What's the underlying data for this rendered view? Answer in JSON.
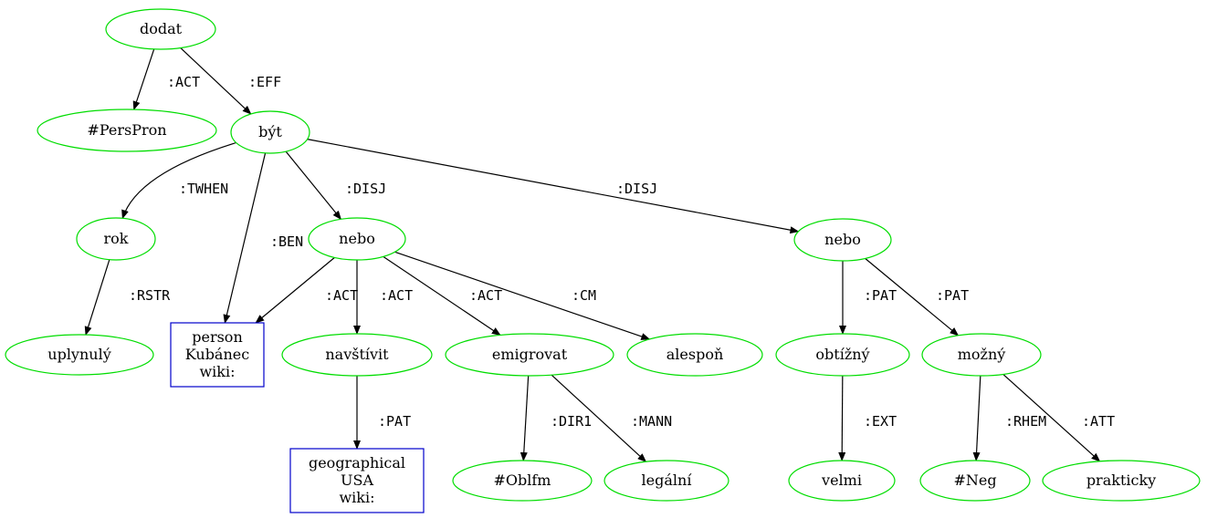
{
  "colors": {
    "concept_node": "#00dd00",
    "entity_node": "#0000cc",
    "edge": "#000000"
  },
  "nodes": [
    {
      "id": "n_dodat",
      "shape": "ellipse",
      "lines": [
        "dodat"
      ]
    },
    {
      "id": "n_perspron",
      "shape": "ellipse",
      "lines": [
        "#PersPron"
      ]
    },
    {
      "id": "n_byt",
      "shape": "ellipse",
      "lines": [
        "být"
      ]
    },
    {
      "id": "n_rok",
      "shape": "ellipse",
      "lines": [
        "rok"
      ]
    },
    {
      "id": "n_nebo1",
      "shape": "ellipse",
      "lines": [
        "nebo"
      ]
    },
    {
      "id": "n_nebo2",
      "shape": "ellipse",
      "lines": [
        "nebo"
      ]
    },
    {
      "id": "n_uplynuly",
      "shape": "ellipse",
      "lines": [
        "uplynulý"
      ]
    },
    {
      "id": "n_person",
      "shape": "box",
      "lines": [
        "person",
        "Kubánec",
        "wiki:"
      ]
    },
    {
      "id": "n_navstivit",
      "shape": "ellipse",
      "lines": [
        "navštívit"
      ]
    },
    {
      "id": "n_emigrovat",
      "shape": "ellipse",
      "lines": [
        "emigrovat"
      ]
    },
    {
      "id": "n_alespon",
      "shape": "ellipse",
      "lines": [
        "alespoň"
      ]
    },
    {
      "id": "n_obtizny",
      "shape": "ellipse",
      "lines": [
        "obtížný"
      ]
    },
    {
      "id": "n_mozny",
      "shape": "ellipse",
      "lines": [
        "možný"
      ]
    },
    {
      "id": "n_geo",
      "shape": "box",
      "lines": [
        "geographical",
        "USA",
        "wiki:"
      ]
    },
    {
      "id": "n_oblfm",
      "shape": "ellipse",
      "lines": [
        "#Oblfm"
      ]
    },
    {
      "id": "n_legalni",
      "shape": "ellipse",
      "lines": [
        "legální"
      ]
    },
    {
      "id": "n_velmi",
      "shape": "ellipse",
      "lines": [
        "velmi"
      ]
    },
    {
      "id": "n_neg",
      "shape": "ellipse",
      "lines": [
        "#Neg"
      ]
    },
    {
      "id": "n_prakticky",
      "shape": "ellipse",
      "lines": [
        "prakticky"
      ]
    }
  ],
  "edges": [
    {
      "id": "e1",
      "from": "n_dodat",
      "to": "n_perspron",
      "label": ":ACT"
    },
    {
      "id": "e2",
      "from": "n_dodat",
      "to": "n_byt",
      "label": ":EFF"
    },
    {
      "id": "e3",
      "from": "n_byt",
      "to": "n_rok",
      "label": ":TWHEN"
    },
    {
      "id": "e4",
      "from": "n_byt",
      "to": "n_person",
      "label": ":BEN"
    },
    {
      "id": "e5",
      "from": "n_byt",
      "to": "n_nebo1",
      "label": ":DISJ"
    },
    {
      "id": "e6",
      "from": "n_byt",
      "to": "n_nebo2",
      "label": ":DISJ"
    },
    {
      "id": "e7",
      "from": "n_rok",
      "to": "n_uplynuly",
      "label": ":RSTR"
    },
    {
      "id": "e8",
      "from": "n_nebo1",
      "to": "n_person",
      "label": ":ACT"
    },
    {
      "id": "e9",
      "from": "n_nebo1",
      "to": "n_navstivit",
      "label": ":ACT"
    },
    {
      "id": "e10",
      "from": "n_nebo1",
      "to": "n_emigrovat",
      "label": ":ACT"
    },
    {
      "id": "e11",
      "from": "n_nebo1",
      "to": "n_alespon",
      "label": ":CM"
    },
    {
      "id": "e12",
      "from": "n_nebo2",
      "to": "n_obtizny",
      "label": ":PAT"
    },
    {
      "id": "e13",
      "from": "n_nebo2",
      "to": "n_mozny",
      "label": ":PAT"
    },
    {
      "id": "e14",
      "from": "n_navstivit",
      "to": "n_geo",
      "label": ":PAT"
    },
    {
      "id": "e15",
      "from": "n_emigrovat",
      "to": "n_oblfm",
      "label": ":DIR1"
    },
    {
      "id": "e16",
      "from": "n_emigrovat",
      "to": "n_legalni",
      "label": ":MANN"
    },
    {
      "id": "e17",
      "from": "n_obtizny",
      "to": "n_velmi",
      "label": ":EXT"
    },
    {
      "id": "e18",
      "from": "n_mozny",
      "to": "n_neg",
      "label": ":RHEM"
    },
    {
      "id": "e19",
      "from": "n_mozny",
      "to": "n_prakticky",
      "label": ":ATT"
    }
  ]
}
